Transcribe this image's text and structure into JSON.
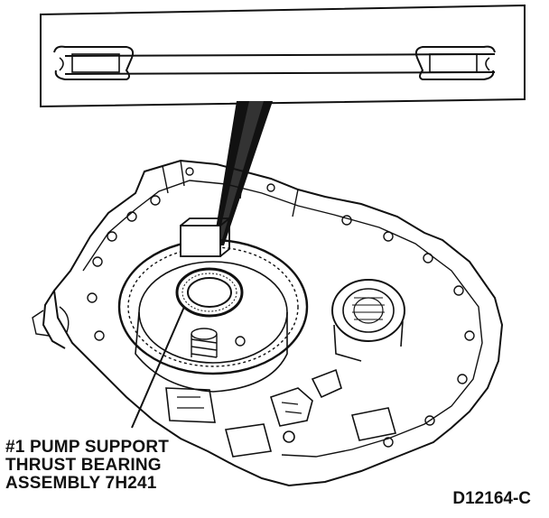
{
  "callout": {
    "line1": "#1 PUMP SUPPORT",
    "line2": "THRUST BEARING",
    "line3": "ASSEMBLY 7H241"
  },
  "figure_code": "D12164-C",
  "ink_color": "#111111",
  "paper_color": "#ffffff"
}
